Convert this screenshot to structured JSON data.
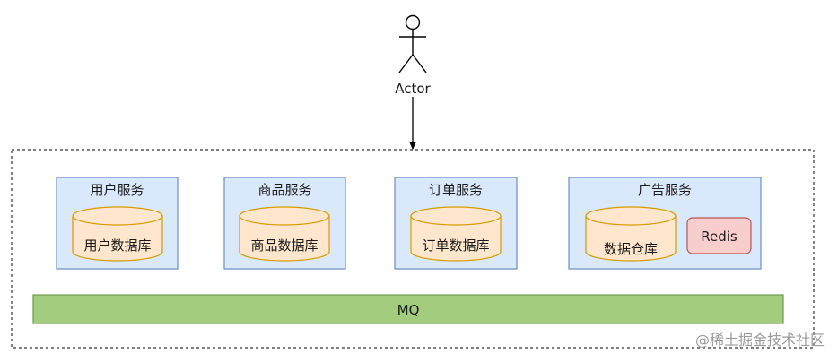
{
  "actor": {
    "label": "Actor"
  },
  "services": [
    {
      "title": "用户服务",
      "database": "用户数据库"
    },
    {
      "title": "商品服务",
      "database": "商品数据库"
    },
    {
      "title": "订单服务",
      "database": "订单数据库"
    },
    {
      "title": "广告服务",
      "database": "数据仓库",
      "cache": "Redis"
    }
  ],
  "mq": {
    "label": "MQ"
  },
  "watermark": "@稀土掘金技术社区",
  "colors": {
    "service_fill": "#dae8fc",
    "service_stroke": "#6c8ebf",
    "database_fill": "#ffe6cc",
    "database_stroke": "#d79b00",
    "redis_fill": "#f8cecc",
    "redis_stroke": "#b85450",
    "mq_fill": "#a3cc7e",
    "mq_stroke": "#6f9a52"
  }
}
